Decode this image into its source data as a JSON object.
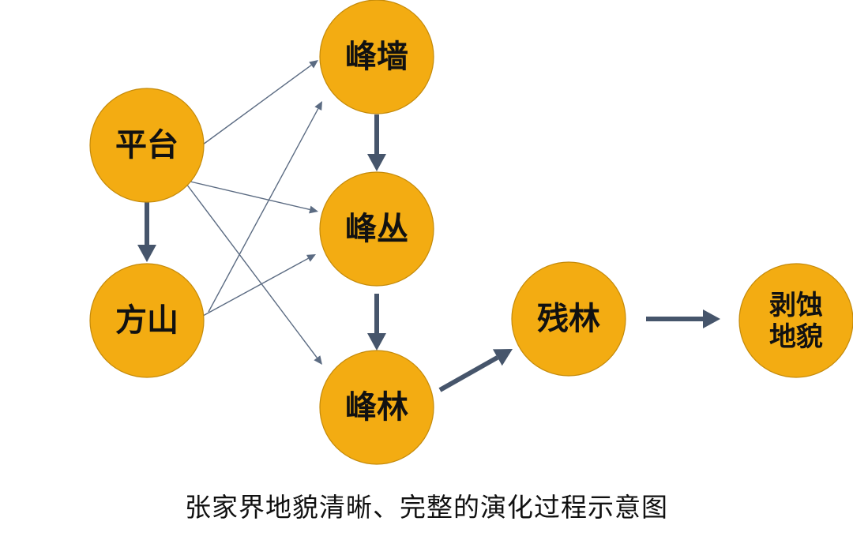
{
  "diagram": {
    "nodes": [
      {
        "id": "pingtai",
        "label": "平台"
      },
      {
        "id": "fangshan",
        "label": "方山"
      },
      {
        "id": "fengqiang",
        "label": "峰墙"
      },
      {
        "id": "fengcong",
        "label": "峰丛"
      },
      {
        "id": "fenglin",
        "label": "峰林"
      },
      {
        "id": "canlin",
        "label": "残林"
      },
      {
        "id": "boshi",
        "label": "剥蚀地貌"
      }
    ],
    "edges": [
      {
        "from": "pingtai",
        "to": "fengqiang",
        "style": "thin"
      },
      {
        "from": "pingtai",
        "to": "fengcong",
        "style": "thin"
      },
      {
        "from": "pingtai",
        "to": "fenglin",
        "style": "thin"
      },
      {
        "from": "fangshan",
        "to": "fengqiang",
        "style": "thin"
      },
      {
        "from": "fangshan",
        "to": "fengcong",
        "style": "thin"
      },
      {
        "from": "pingtai",
        "to": "fangshan",
        "style": "thick"
      },
      {
        "from": "fengqiang",
        "to": "fengcong",
        "style": "thick"
      },
      {
        "from": "fengcong",
        "to": "fenglin",
        "style": "thick"
      },
      {
        "from": "fenglin",
        "to": "canlin",
        "style": "thick"
      },
      {
        "from": "canlin",
        "to": "boshi",
        "style": "thick"
      }
    ],
    "colors": {
      "node_fill": "#f3ac12",
      "node_stroke": "#c48a0a",
      "thin_arrow": "#5b6b82",
      "thick_arrow": "#46556b",
      "text": "#111111"
    }
  },
  "caption": "张家界地貌清晰、完整的演化过程示意图"
}
